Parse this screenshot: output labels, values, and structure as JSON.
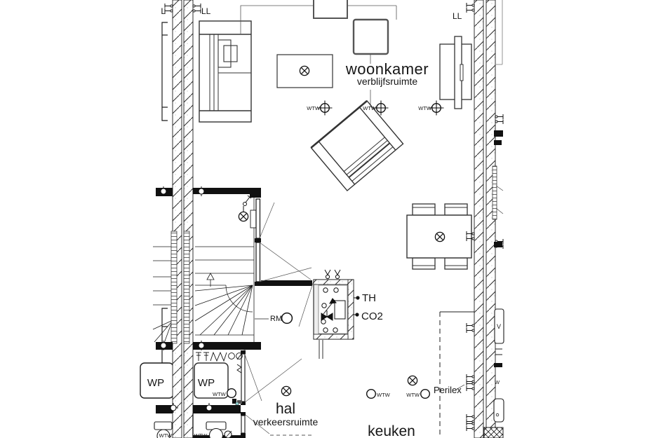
{
  "drawing": {
    "type": "architectural floor plan",
    "rooms": [
      {
        "id": "woonkamer",
        "name": "woonkamer",
        "subtitle": "verblijfsruimte"
      },
      {
        "id": "hal",
        "name": "hal",
        "subtitle": "verkeersruimte"
      },
      {
        "id": "keuken",
        "name": "keuken",
        "subtitle": ""
      }
    ],
    "labels": {
      "l": "L",
      "ll": "LL",
      "wtw": "WTW",
      "wp": "WP",
      "th": "TH",
      "co2": "CO2",
      "rm": "RM",
      "perilex": "Perilex",
      "v": "V",
      "w": "W"
    },
    "symbols": {
      "ceiling-light": "circle-with-diagonal-cross",
      "ventilation-valve-wtw": "circle-with-crosshair",
      "smoke-detector-rm": "plain-circle",
      "wall-socket": "double-prong-on-wall",
      "junction-box": "small-circle-with-cross"
    },
    "colors": {
      "line": "#1c1c1c",
      "furniture_line": "#333333",
      "background": "#ffffff",
      "meter_cabinet_fill": "#ededed"
    }
  }
}
